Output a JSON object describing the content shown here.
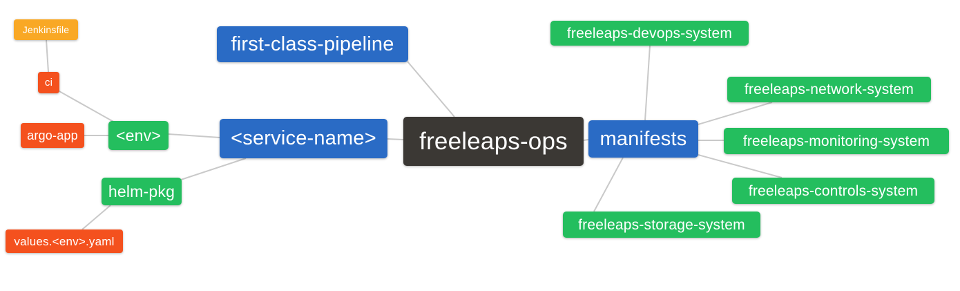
{
  "diagram": {
    "type": "mindmap",
    "root": "freeleaps-ops",
    "colors": {
      "blue": "#2A6BC5",
      "green": "#24BE5E",
      "orange": "#F4511E",
      "amber": "#F9A825",
      "dark": "#3B3834",
      "edge": "#C9C9C9",
      "text": "#FFFFFF",
      "background": "#FFFFFF"
    },
    "nodes": [
      {
        "id": "jenkinsfile",
        "label": "Jenkinsfile",
        "color": "amber"
      },
      {
        "id": "ci",
        "label": "ci",
        "color": "orange"
      },
      {
        "id": "argo-app",
        "label": "argo-app",
        "color": "orange"
      },
      {
        "id": "env",
        "label": "<env>",
        "color": "green"
      },
      {
        "id": "helm-pkg",
        "label": "helm-pkg",
        "color": "green"
      },
      {
        "id": "values-env-yaml",
        "label": "values.<env>.yaml",
        "color": "orange"
      },
      {
        "id": "first-class-pipeline",
        "label": "first-class-pipeline",
        "color": "blue"
      },
      {
        "id": "service-name",
        "label": "<service-name>",
        "color": "blue"
      },
      {
        "id": "freeleaps-ops",
        "label": "freeleaps-ops",
        "color": "dark"
      },
      {
        "id": "manifests",
        "label": "manifests",
        "color": "blue"
      },
      {
        "id": "freeleaps-devops-system",
        "label": "freeleaps-devops-system",
        "color": "green"
      },
      {
        "id": "freeleaps-network-system",
        "label": "freeleaps-network-system",
        "color": "green"
      },
      {
        "id": "freeleaps-monitoring-system",
        "label": "freeleaps-monitoring-system",
        "color": "green"
      },
      {
        "id": "freeleaps-controls-system",
        "label": "freeleaps-controls-system",
        "color": "green"
      },
      {
        "id": "freeleaps-storage-system",
        "label": "freeleaps-storage-system",
        "color": "green"
      }
    ],
    "edges": [
      {
        "from": "Jenkinsfile",
        "to": "ci"
      },
      {
        "from": "ci",
        "to": "<env>"
      },
      {
        "from": "argo-app",
        "to": "<env>"
      },
      {
        "from": "<env>",
        "to": "<service-name>"
      },
      {
        "from": "helm-pkg",
        "to": "<service-name>"
      },
      {
        "from": "values.<env>.yaml",
        "to": "helm-pkg"
      },
      {
        "from": "first-class-pipeline",
        "to": "freeleaps-ops"
      },
      {
        "from": "<service-name>",
        "to": "freeleaps-ops"
      },
      {
        "from": "freeleaps-ops",
        "to": "manifests"
      },
      {
        "from": "manifests",
        "to": "freeleaps-devops-system"
      },
      {
        "from": "manifests",
        "to": "freeleaps-network-system"
      },
      {
        "from": "manifests",
        "to": "freeleaps-monitoring-system"
      },
      {
        "from": "manifests",
        "to": "freeleaps-controls-system"
      },
      {
        "from": "manifests",
        "to": "freeleaps-storage-system"
      }
    ]
  }
}
